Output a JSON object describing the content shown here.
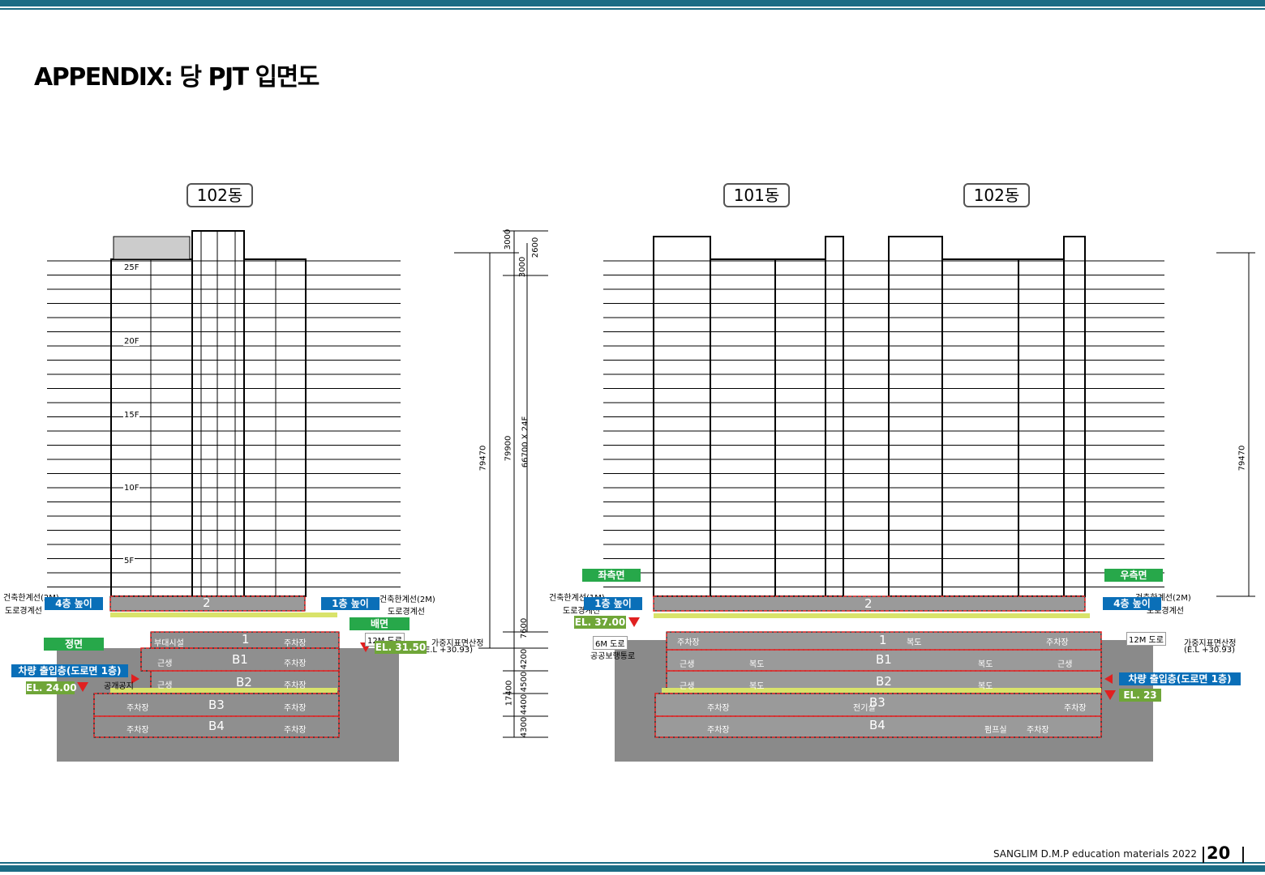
{
  "title": "APPENDIX: 당 PJT 입면도",
  "buildings": {
    "left": "102동",
    "right_a": "101동",
    "right_b": "102동"
  },
  "left_floors": [
    "25F",
    "20F",
    "15F",
    "10F",
    "5F"
  ],
  "levels": {
    "l2": "2",
    "l1": "1",
    "b1": "B1",
    "b2": "B2",
    "b3": "B3",
    "b4": "B4"
  },
  "tags": {
    "left_4f": "4층 높이",
    "left_front": "정면",
    "left_vehicle": "차량 출입층(도로면 1층)",
    "left_el": "EL. 24.00",
    "mid_1f": "1층 높이",
    "mid_back": "배면",
    "mid_el": "EL. 31.50",
    "right_left_side": "좌측면",
    "right_1f": "1층 높이",
    "right_el_left": "EL. 37.00",
    "right_right_side": "우측면",
    "right_4f": "4층 높이",
    "right_vehicle": "차량 출입층(도로면 1층)",
    "right_el": "EL. 23"
  },
  "notes": {
    "left_setback": "건축한계선(2M)",
    "left_road": "도로경계선",
    "mid_setback": "건축한계선(2M)",
    "mid_road": "도로경계선",
    "mid_road12": "12M 도로",
    "mid_avg1": "가중지표면산정",
    "mid_avg2": "(E.L +30.93)",
    "left_public": "공개공지",
    "left_annex": "부대시설",
    "r_setback_l": "건축한계선(1M)",
    "r_road_l": "도로경계선",
    "r_road6": "6M 도로",
    "r_ped": "공공보행통로",
    "r_setback_r": "건축한계선(2M)",
    "r_road_r": "도로경계선",
    "r_road12": "12M 도로",
    "r_avg1": "가중지표면산정",
    "r_avg2": "(E.L +30.93)"
  },
  "rooms": {
    "parking": "주차장",
    "retail": "근생",
    "corridor": "복도",
    "elec": "전기실",
    "pump": "펌프실"
  },
  "dims": {
    "left_total": "79470",
    "mid_total": "79900",
    "mid_typ": "66700 X 24F",
    "mid_top1": "3000",
    "mid_top2": "2600",
    "mid_top3": "3000",
    "mid_base": "7600",
    "mid_sub": "17400",
    "mid_s1": "4200",
    "mid_s2": "4500",
    "mid_s3": "4400",
    "mid_s4": "4300",
    "right_total": "79470"
  },
  "footer": "SANGLIM D.M.P education materials 2022",
  "page_number": "20",
  "colors": {
    "accent": "#1b6c85",
    "tag_blue": "#0a6fb8",
    "tag_green": "#27a84a",
    "ground": "#8a8a8a",
    "red": "#e02020",
    "yellow": "#d9e36a"
  }
}
